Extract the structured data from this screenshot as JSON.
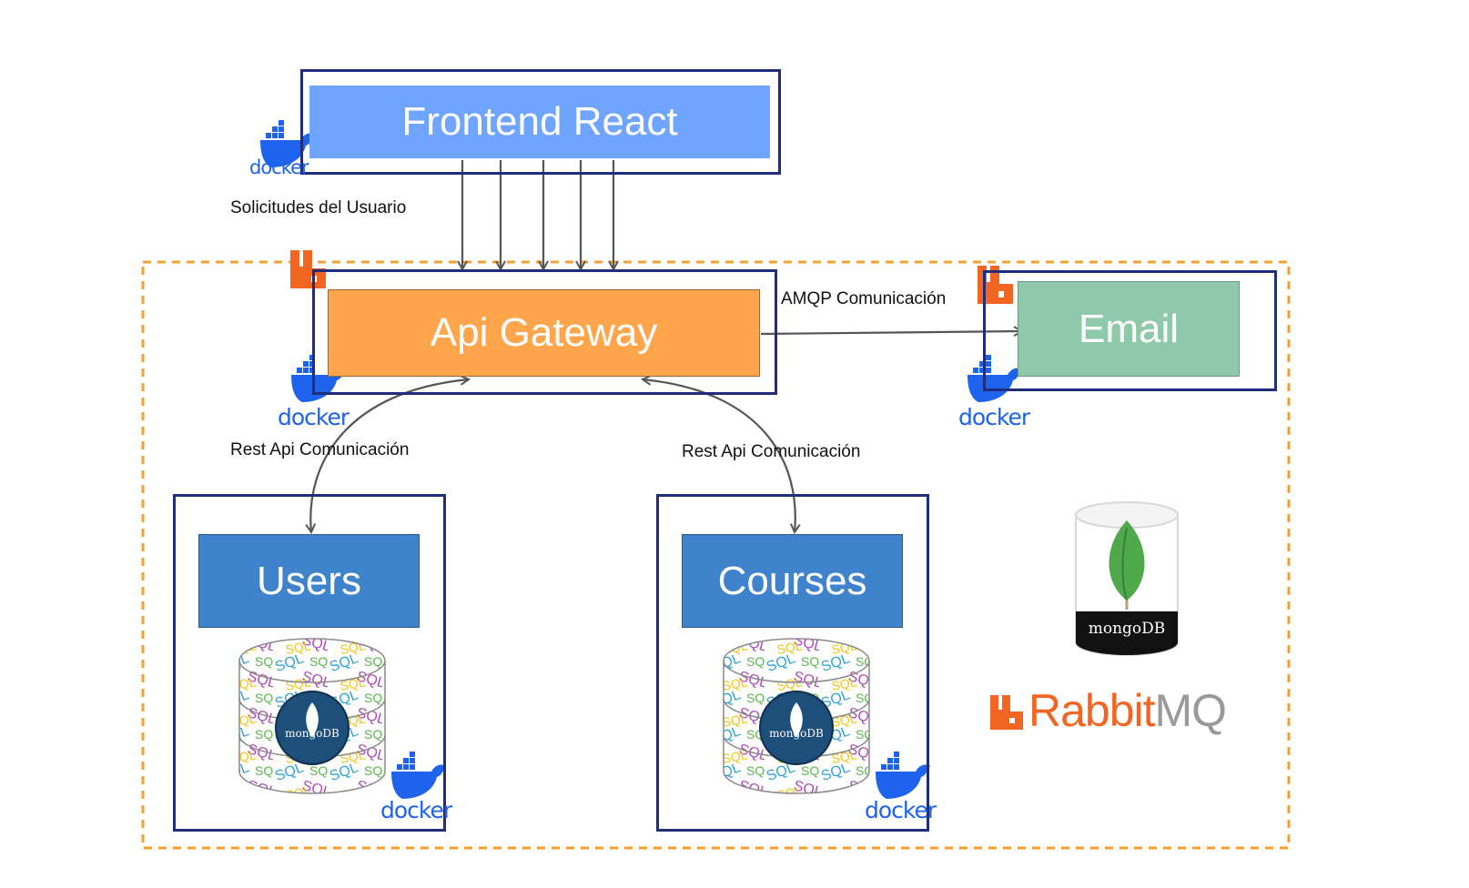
{
  "nodes": {
    "frontend": "Frontend React",
    "gateway": "Api Gateway",
    "email": "Email",
    "users": "Users",
    "courses": "Courses"
  },
  "edge_labels": {
    "user_requests": "Solicitudes del Usuario",
    "amqp": "AMQP Comunicación",
    "rest_users": "Rest Api Comunicación",
    "rest_courses": "Rest Api Comunicación"
  },
  "logos": {
    "docker": "docker",
    "mongodb": "mongoDB",
    "rabbit": "Rabbit",
    "mq": "MQ",
    "sql": "SQL"
  },
  "colors": {
    "frontend": "#6fa4ff",
    "gateway": "#ffa64d",
    "email": "#8ecaa9",
    "service": "#3f83cc",
    "frame": "#1f2d7a",
    "boundary": "#f7a032",
    "docker": "#1d63ed",
    "rabbit": "#f26522",
    "mongo_leaf": "#4fa94a"
  }
}
